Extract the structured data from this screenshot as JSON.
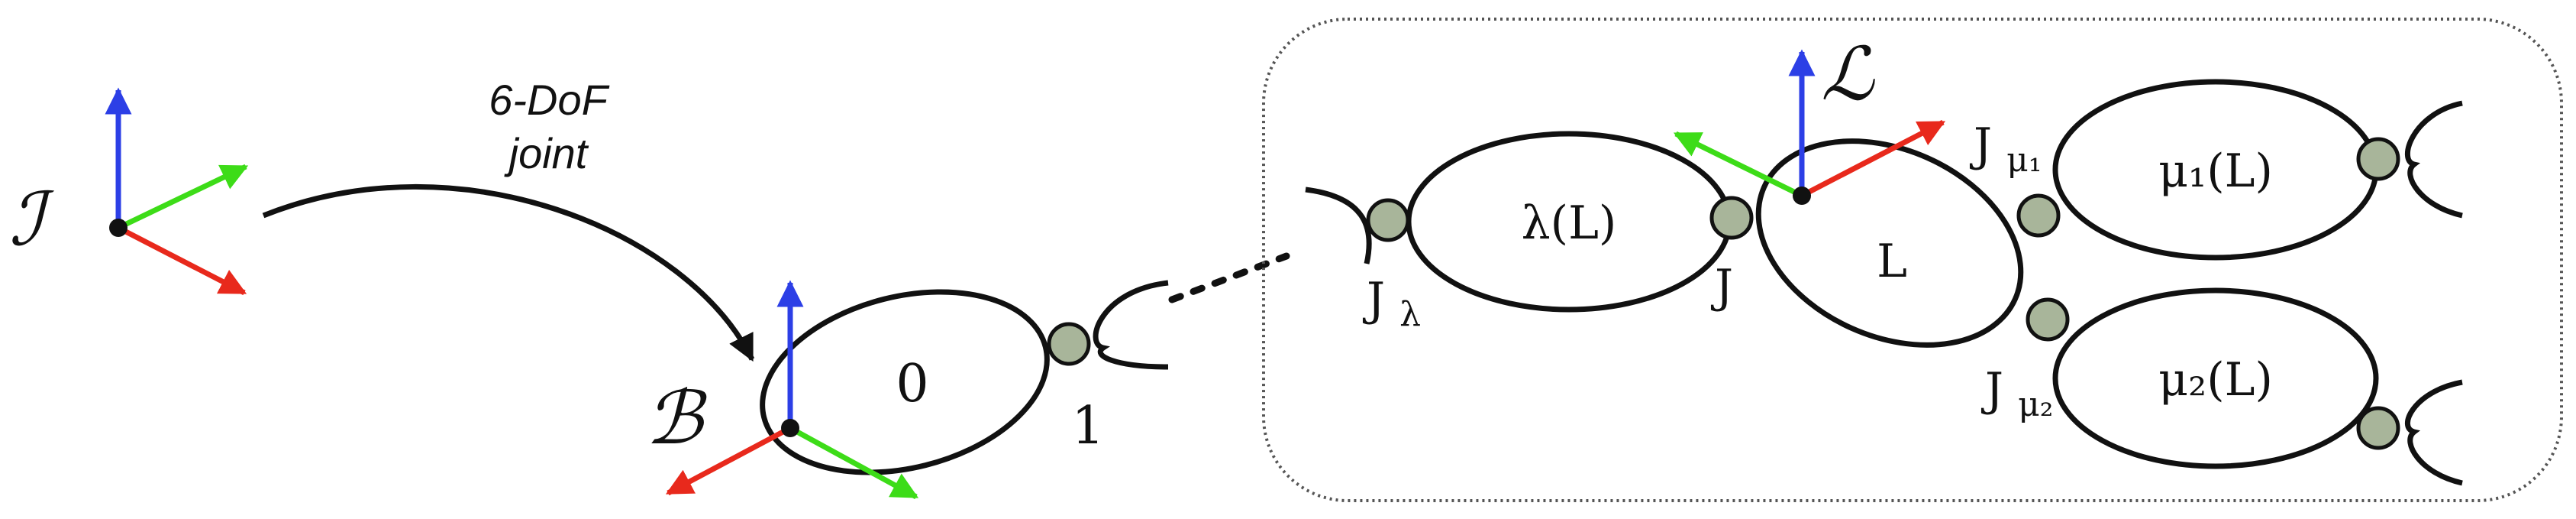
{
  "frames": {
    "inertial": "ℐ",
    "base": "ℬ",
    "link": "ℒ"
  },
  "edge_label": {
    "line1": "6-DoF",
    "line2": "joint"
  },
  "bodies": {
    "base_body": "0",
    "base_next": "1",
    "parent_body": "λ(L)",
    "current_body": "L",
    "child1_body": "μ₁(L)",
    "child2_body": "μ₂(L)"
  },
  "joints": {
    "parent_joint": "J",
    "parent_joint_sub": "λ",
    "current_joint": "J",
    "child1_joint": "J",
    "child1_joint_sub": "μ₁",
    "child2_joint": "J",
    "child2_joint_sub": "μ₂"
  },
  "colors": {
    "axis_x": "#e8291c",
    "axis_y": "#3ddc18",
    "axis_z": "#2c3fe6",
    "joint_fill": "#a8b59a",
    "outline": "#111111",
    "box_border": "#555555"
  }
}
